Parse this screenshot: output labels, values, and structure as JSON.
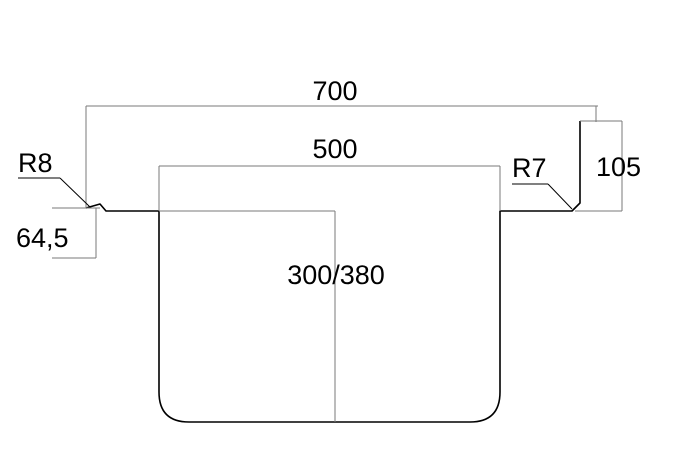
{
  "dimensions": {
    "overall_width": "700",
    "bowl_width": "500",
    "depth": "300/380",
    "rim_height": "105",
    "ledge_height": "64,5",
    "radius_left": "R8",
    "radius_right": "R7"
  }
}
